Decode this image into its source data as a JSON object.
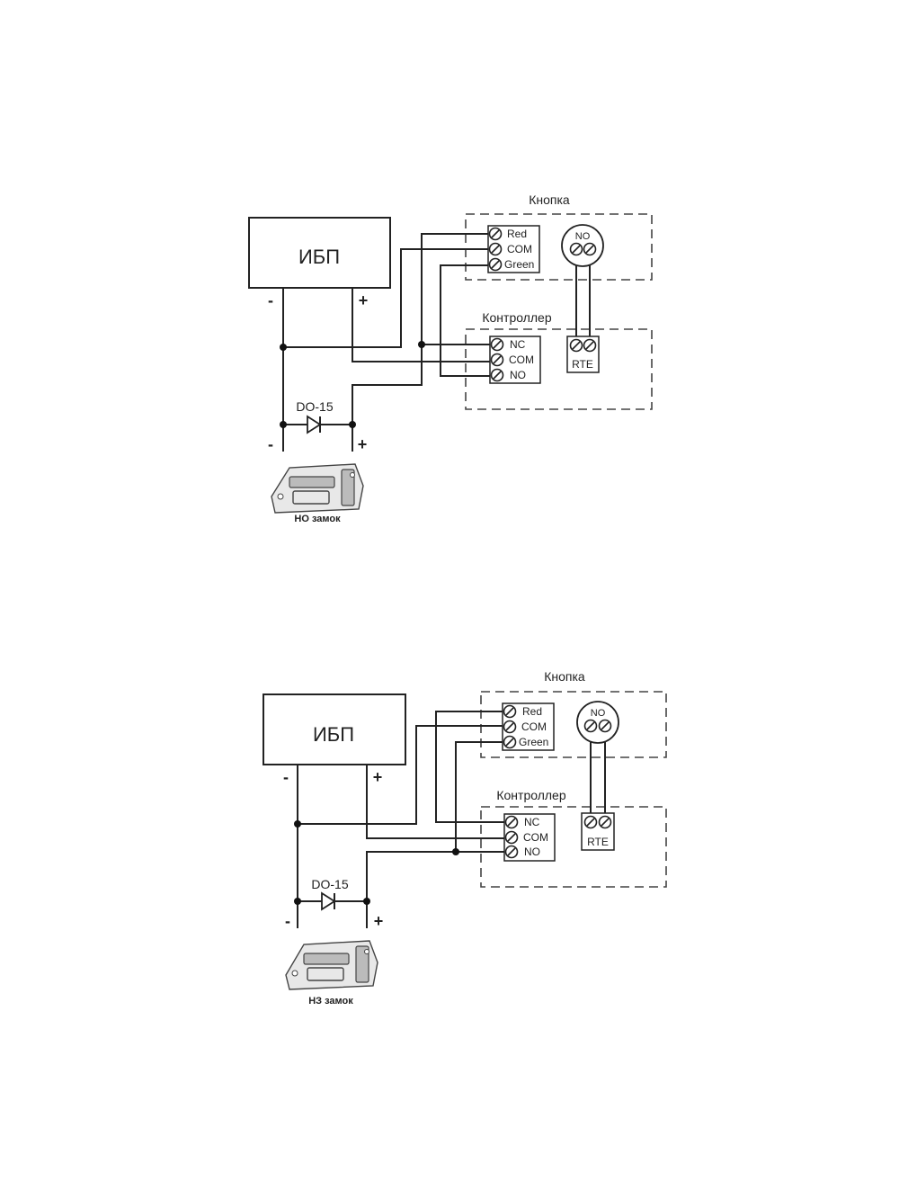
{
  "diagrams": [
    {
      "ups_label": "ИБП",
      "ups_minus": "-",
      "ups_plus": "+",
      "button_label": "Кнопка",
      "button_terminals": [
        "Red",
        "COM",
        "Green"
      ],
      "button_switch_label": "NO",
      "controller_label": "Контроллер",
      "controller_terminals": [
        "NC",
        "COM",
        "NO"
      ],
      "rte_label": "RTE",
      "diode_label": "DO-15",
      "lock_minus": "-",
      "lock_plus": "+",
      "lock_caption": "НО замок"
    },
    {
      "ups_label": "ИБП",
      "ups_minus": "-",
      "ups_plus": "+",
      "button_label": "Кнопка",
      "button_terminals": [
        "Red",
        "COM",
        "Green"
      ],
      "button_switch_label": "NO",
      "controller_label": "Контроллер",
      "controller_terminals": [
        "NC",
        "COM",
        "NO"
      ],
      "rte_label": "RTE",
      "diode_label": "DO-15",
      "lock_minus": "-",
      "lock_plus": "+",
      "lock_caption": "НЗ замок"
    }
  ]
}
